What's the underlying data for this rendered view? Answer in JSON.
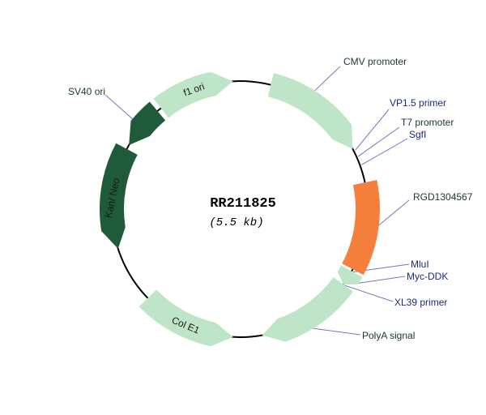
{
  "plasmid": {
    "name": "RR211825",
    "size": "(5.5 kb)"
  },
  "colors": {
    "backbone": "#000000",
    "light_feature": "#bfe5c8",
    "dark_feature": "#1f5a3a",
    "insert": "#f5803e",
    "leader_line": "#7b74b8",
    "label_dark": "#1a3a2a",
    "label_blue": "#1b2a80"
  },
  "features": [
    {
      "name": "CMV promoter",
      "start_deg": 14,
      "end_deg": 62,
      "direction": "cw",
      "color": "light_feature",
      "label_text": "CMV promoter"
    },
    {
      "name": "RGD1304567",
      "start_deg": 78,
      "end_deg": 118,
      "direction": "none",
      "color": "insert",
      "label_text": "RGD1304567"
    },
    {
      "name": "Myc-DDK",
      "start_deg": 119,
      "end_deg": 126,
      "direction": "cw",
      "color": "light_feature",
      "label_text": "Myc-DDK"
    },
    {
      "name": "PolyA signal",
      "start_deg": 126,
      "end_deg": 170,
      "direction": "cw",
      "color": "light_feature",
      "label_text": "PolyA signal"
    },
    {
      "name": "Col E1",
      "start_deg": 183,
      "end_deg": 226,
      "direction": "ccw",
      "color": "light_feature",
      "label_text": "Col E1"
    },
    {
      "name": "Kan/ Neo",
      "start_deg": 252,
      "end_deg": 298,
      "direction": "ccw",
      "color": "dark_feature",
      "label_text": "Kan/ Neo"
    },
    {
      "name": "SV40 ori",
      "start_deg": 300,
      "end_deg": 320,
      "direction": "ccw",
      "color": "dark_feature",
      "label_text": "SV40 ori"
    },
    {
      "name": "f1 ori",
      "start_deg": 322,
      "end_deg": 357,
      "direction": "cw",
      "color": "light_feature",
      "label_text": "f1 ori"
    }
  ],
  "sites": [
    {
      "name": "VP1.5 primer",
      "deg": 63,
      "text_color": "label_blue"
    },
    {
      "name": "T7 promoter",
      "deg": 66,
      "text_color": "label_dark"
    },
    {
      "name": "SgfI",
      "deg": 70,
      "text_color": "label_blue"
    },
    {
      "name": "MluI",
      "deg": 119,
      "text_color": "label_blue"
    },
    {
      "name": "XL39 primer",
      "deg": 126,
      "text_color": "label_blue"
    }
  ]
}
